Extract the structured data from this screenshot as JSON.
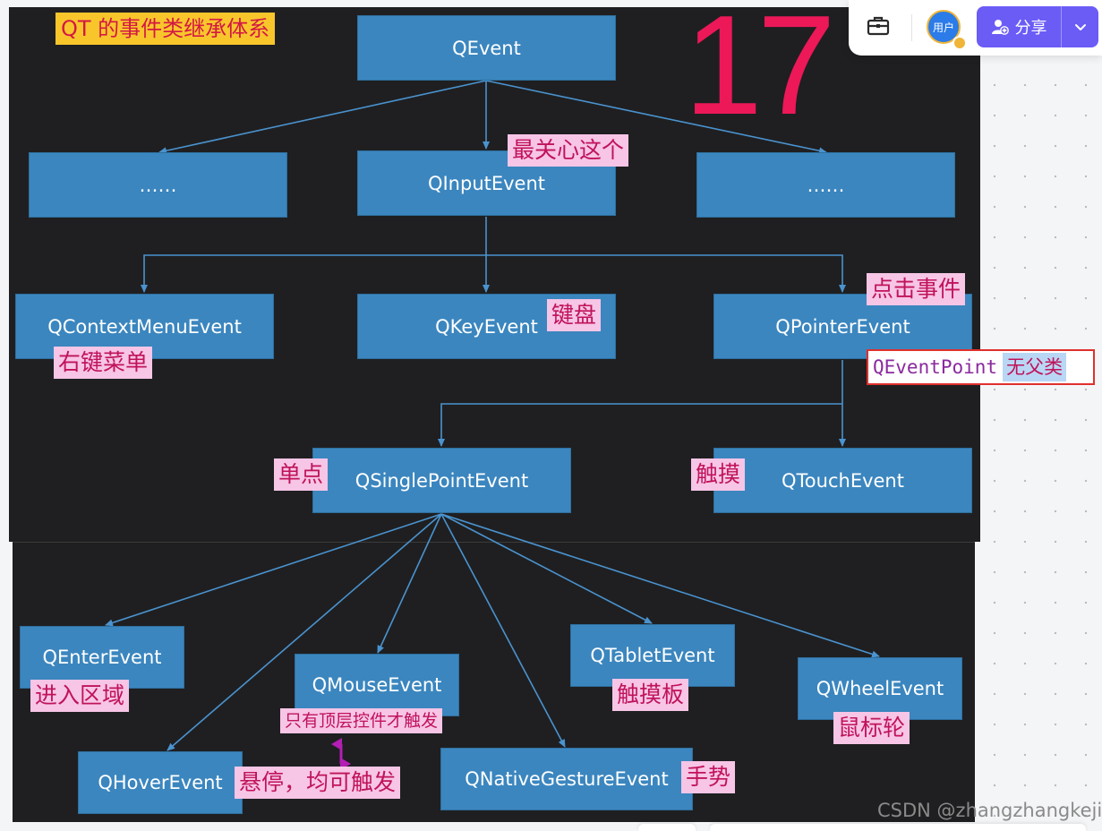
{
  "title_note": "QT 的事件类继承体系",
  "big_number": "17",
  "nodes": {
    "qevent": "QEvent",
    "ellipsis_left": "……",
    "qinputevent": "QInputEvent",
    "ellipsis_right": "……",
    "qcontextmenuevent": "QContextMenuEvent",
    "qkeyevent": "QKeyEvent",
    "qpointerevent": "QPointerEvent",
    "qsinglepointevent": "QSinglePointEvent",
    "qtouchevent": "QTouchEvent",
    "qenterevent": "QEnterEvent",
    "qmouseevent": "QMouseEvent",
    "qtabletevent": "QTabletEvent",
    "qwheelevent": "QWheelEvent",
    "qhoverevent": "QHoverEvent",
    "qnativegestureevent": "QNativeGestureEvent"
  },
  "notes": {
    "care_most": "最关心这个",
    "right_click_menu": "右键菜单",
    "keyboard": "键盘",
    "click_event": "点击事件",
    "single_point": "单点",
    "touch": "触摸",
    "enter_area": "进入区域",
    "top_level_only": "只有顶层控件才触发",
    "tablet": "触摸板",
    "wheel": "鼠标轮",
    "hover_both": "悬停，均可触发",
    "gesture": "手势"
  },
  "eventpoint": {
    "code": "QEventPoint",
    "note": "无父类"
  },
  "toolbar": {
    "toolbox_icon": "toolbox-icon",
    "avatar_label": "用户",
    "share_label": "分享",
    "share_icon": "add-user-icon",
    "dropdown_icon": "chevron-down-icon"
  },
  "watermark": "CSDN @zhangzhangkeji",
  "colors": {
    "node_fill": "#3b86bf",
    "background": "#1f1f21",
    "note_fill": "#f7c5e6",
    "note_text": "#c0135a",
    "accent_number": "#ec1858",
    "share_button": "#6b5cf6"
  }
}
